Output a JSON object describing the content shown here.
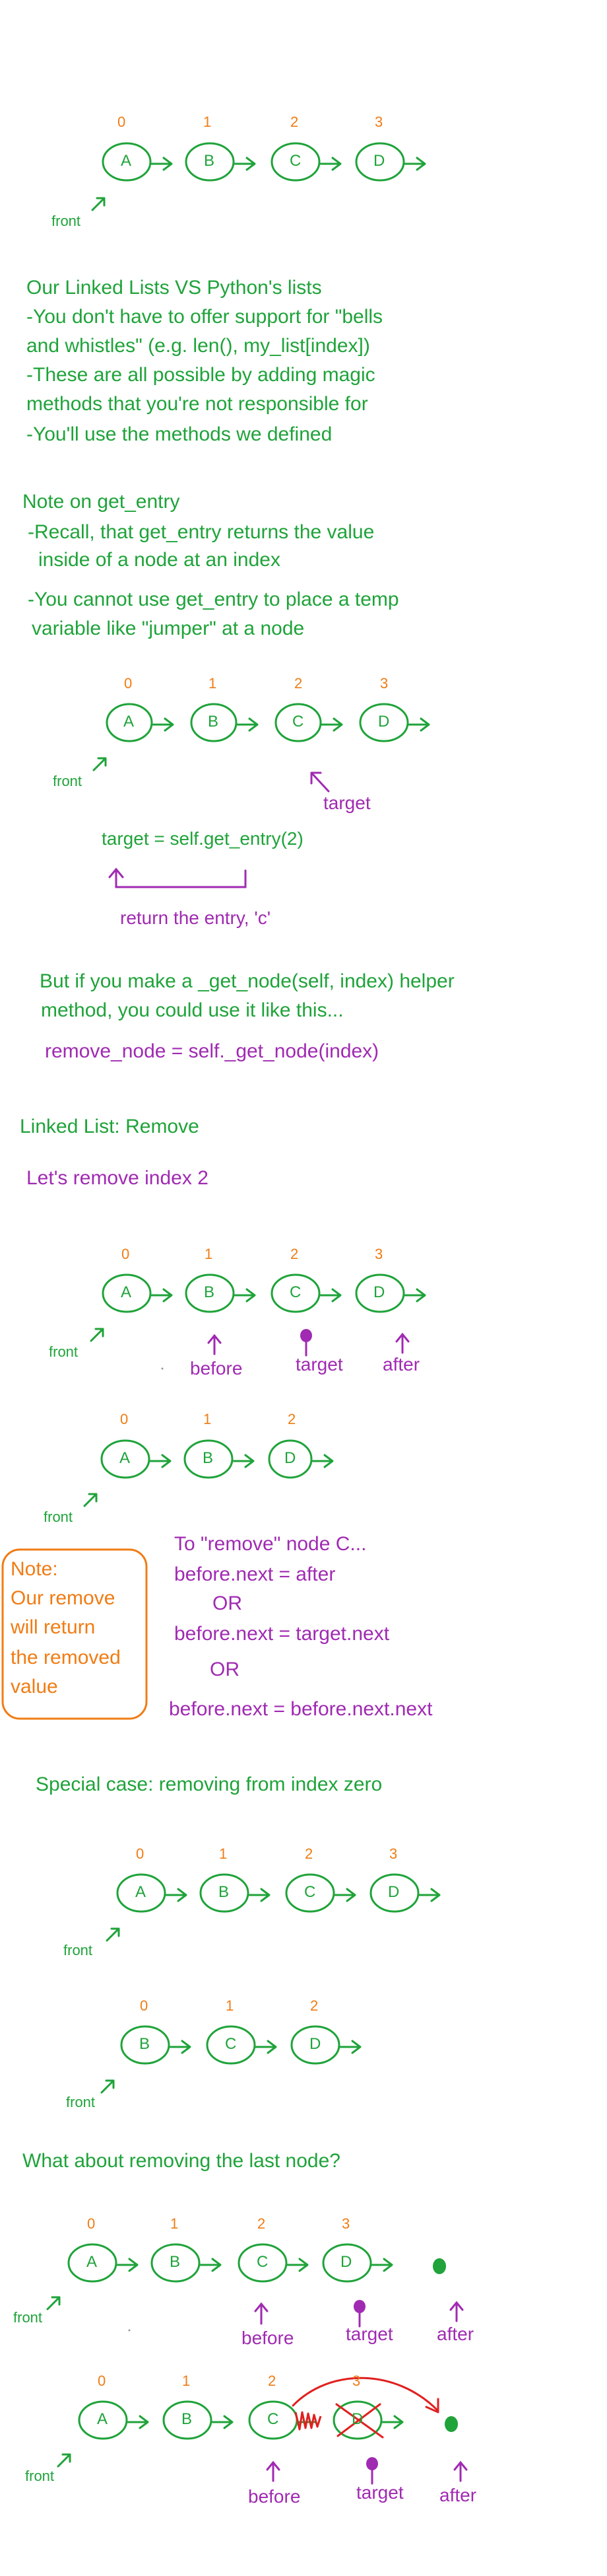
{
  "colors": {
    "green": "#1fa33a",
    "purple": "#a02ab2",
    "orange": "#f07c14",
    "red": "#e02020"
  },
  "diagram1": {
    "indices": [
      "0",
      "1",
      "2",
      "3"
    ],
    "nodes": [
      "A",
      "B",
      "C",
      "D"
    ],
    "front": "front"
  },
  "section1": {
    "lines": [
      "Our Linked Lists VS Python's lists",
      "-You don't have to offer support for \"bells",
      "and whistles\" (e.g. len(), my_list[index])",
      "-These are all possible by adding magic",
      "methods that you're not responsible for",
      "-You'll use the methods we defined"
    ]
  },
  "section2": {
    "title": "Note on get_entry",
    "lines": [
      "-Recall, that get_entry returns the value",
      "inside of a node at an index",
      "-You cannot use get_entry to place a temp",
      "variable like \"jumper\" at a node"
    ]
  },
  "diagram2": {
    "indices": [
      "0",
      "1",
      "2",
      "3"
    ],
    "nodes": [
      "A",
      "B",
      "C",
      "D"
    ],
    "front": "front",
    "target": "target",
    "code": "target = self.get_entry(2)",
    "return_note": "return the entry, 'c'"
  },
  "section3": {
    "lines": [
      "But if you make a _get_node(self, index) helper",
      "method, you could use it like this..."
    ],
    "code": "remove_node = self._get_node(index)"
  },
  "remove": {
    "heading": "Linked List: Remove",
    "subheading": "Let's remove index 2"
  },
  "diagram3": {
    "indices": [
      "0",
      "1",
      "2",
      "3"
    ],
    "nodes": [
      "A",
      "B",
      "C",
      "D"
    ],
    "front": "front",
    "before": "before",
    "target": "target",
    "after": "after"
  },
  "diagram4": {
    "indices": [
      "0",
      "1",
      "2"
    ],
    "nodes": [
      "A",
      "B",
      "D"
    ],
    "front": "front"
  },
  "note_box": {
    "lines": [
      "Note:",
      "Our remove",
      "will return",
      "the removed",
      "value"
    ]
  },
  "remove_steps": {
    "lines": [
      "To \"remove\" node C...",
      "before.next = after",
      "OR",
      "before.next = target.next",
      "OR",
      "before.next = before.next.next"
    ]
  },
  "special_case": {
    "heading": "Special case: removing from index zero"
  },
  "diagram5": {
    "indices": [
      "0",
      "1",
      "2",
      "3"
    ],
    "nodes": [
      "A",
      "B",
      "C",
      "D"
    ],
    "front": "front"
  },
  "diagram6": {
    "indices": [
      "0",
      "1",
      "2"
    ],
    "nodes": [
      "B",
      "C",
      "D"
    ],
    "front": "front"
  },
  "last_node": {
    "heading": "What about removing the last node?"
  },
  "diagram7": {
    "indices": [
      "0",
      "1",
      "2",
      "3"
    ],
    "nodes": [
      "A",
      "B",
      "C",
      "D"
    ],
    "front": "front",
    "before": "before",
    "target": "target",
    "after": "after"
  },
  "diagram8": {
    "indices": [
      "0",
      "1",
      "2",
      "3"
    ],
    "nodes": [
      "A",
      "B",
      "C",
      "D"
    ],
    "front": "front",
    "before": "before",
    "target": "target",
    "after": "after"
  }
}
